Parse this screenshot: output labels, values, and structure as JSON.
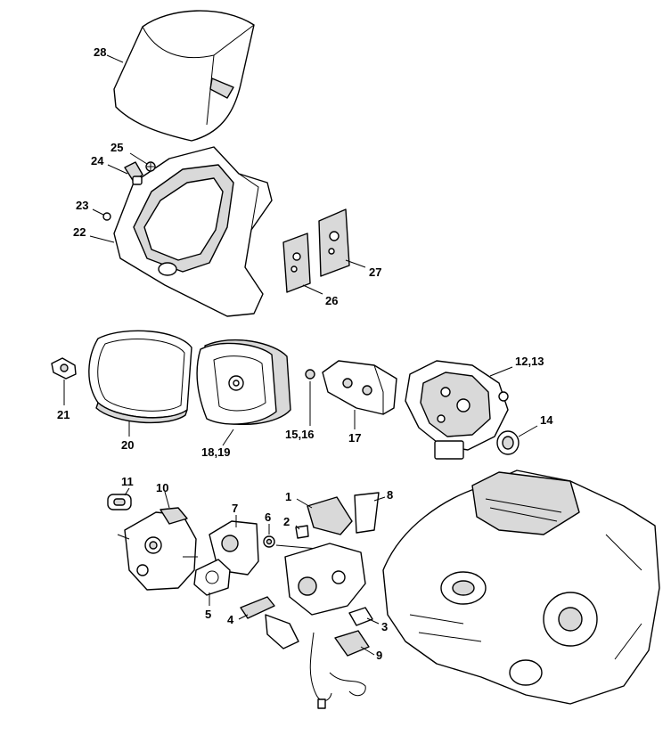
{
  "callouts": {
    "c1": "1",
    "c2": "2",
    "c3": "3",
    "c4": "4",
    "c5": "5",
    "c6": "6",
    "c7": "7",
    "c8": "8",
    "c9": "9",
    "c10": "10",
    "c11": "11",
    "c12_13": "12,13",
    "c14": "14",
    "c15_16": "15,16",
    "c17": "17",
    "c18_19": "18,19",
    "c20": "20",
    "c21": "21",
    "c22": "22",
    "c23": "23",
    "c24": "24",
    "c25": "25",
    "c26": "26",
    "c27": "27",
    "c28": "28"
  },
  "colors": {
    "line": "#000000",
    "background": "#ffffff",
    "shade": "#d9d9d9"
  }
}
